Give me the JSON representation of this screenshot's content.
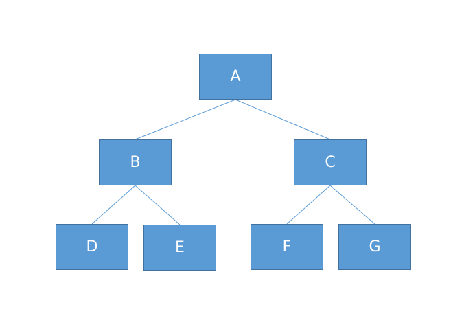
{
  "diagram": {
    "type": "tree",
    "colors": {
      "node_fill": "#5b9bd5",
      "node_border": "#41719c",
      "node_text": "#ffffff",
      "edge": "#5b9bd5"
    },
    "nodes": [
      {
        "id": "A",
        "label": "A"
      },
      {
        "id": "B",
        "label": "B"
      },
      {
        "id": "C",
        "label": "C"
      },
      {
        "id": "D",
        "label": "D"
      },
      {
        "id": "E",
        "label": "E"
      },
      {
        "id": "F",
        "label": "F"
      },
      {
        "id": "G",
        "label": "G"
      }
    ],
    "edges": [
      {
        "from": "A",
        "to": "B"
      },
      {
        "from": "A",
        "to": "C"
      },
      {
        "from": "B",
        "to": "D"
      },
      {
        "from": "B",
        "to": "E"
      },
      {
        "from": "C",
        "to": "F"
      },
      {
        "from": "C",
        "to": "G"
      }
    ]
  }
}
